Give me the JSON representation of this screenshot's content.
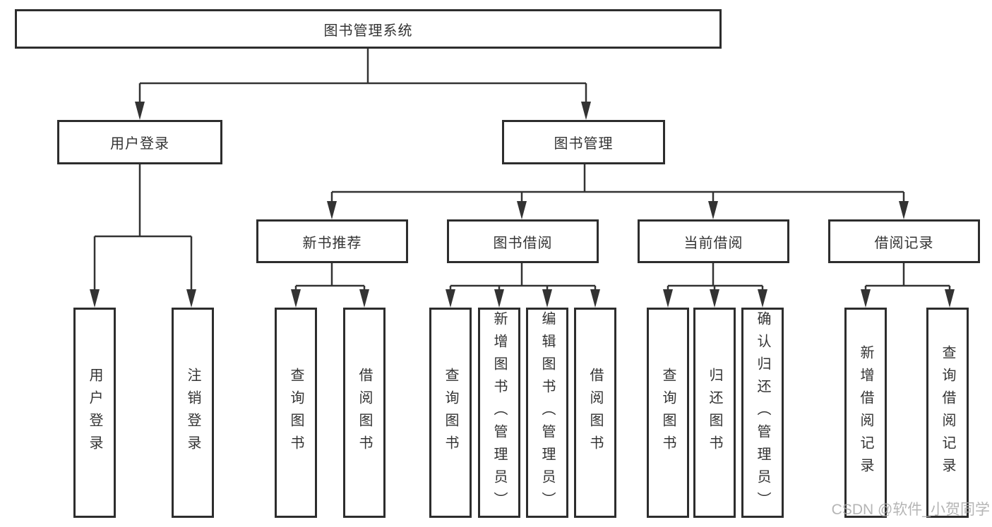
{
  "diagram_title": "图书管理系统",
  "tree": {
    "root": {
      "label": "图书管理系统",
      "children": [
        {
          "label": "用户登录",
          "children": [
            {
              "label": "用户登录"
            },
            {
              "label": "注销登录"
            }
          ]
        },
        {
          "label": "图书管理",
          "children": [
            {
              "label": "新书推荐",
              "children": [
                {
                  "label": "查询图书"
                },
                {
                  "label": "借阅图书"
                }
              ]
            },
            {
              "label": "图书借阅",
              "children": [
                {
                  "label": "查询图书"
                },
                {
                  "label": "新增图书（管理员）"
                },
                {
                  "label": "编辑图书（管理员）"
                },
                {
                  "label": "借阅图书"
                }
              ]
            },
            {
              "label": "当前借阅",
              "children": [
                {
                  "label": "查询图书"
                },
                {
                  "label": "归还图书"
                },
                {
                  "label": "确认归还（管理员）"
                }
              ]
            },
            {
              "label": "借阅记录",
              "children": [
                {
                  "label": "新增借阅记录"
                },
                {
                  "label": "查询借阅记录"
                }
              ]
            }
          ]
        }
      ]
    }
  },
  "watermark": "CSDN @软件_小贺同学",
  "colors": {
    "line": "#333333",
    "box_border": "#2d2d2d",
    "text": "#333333",
    "watermark": "#a9a9a9",
    "background": "#ffffff"
  }
}
